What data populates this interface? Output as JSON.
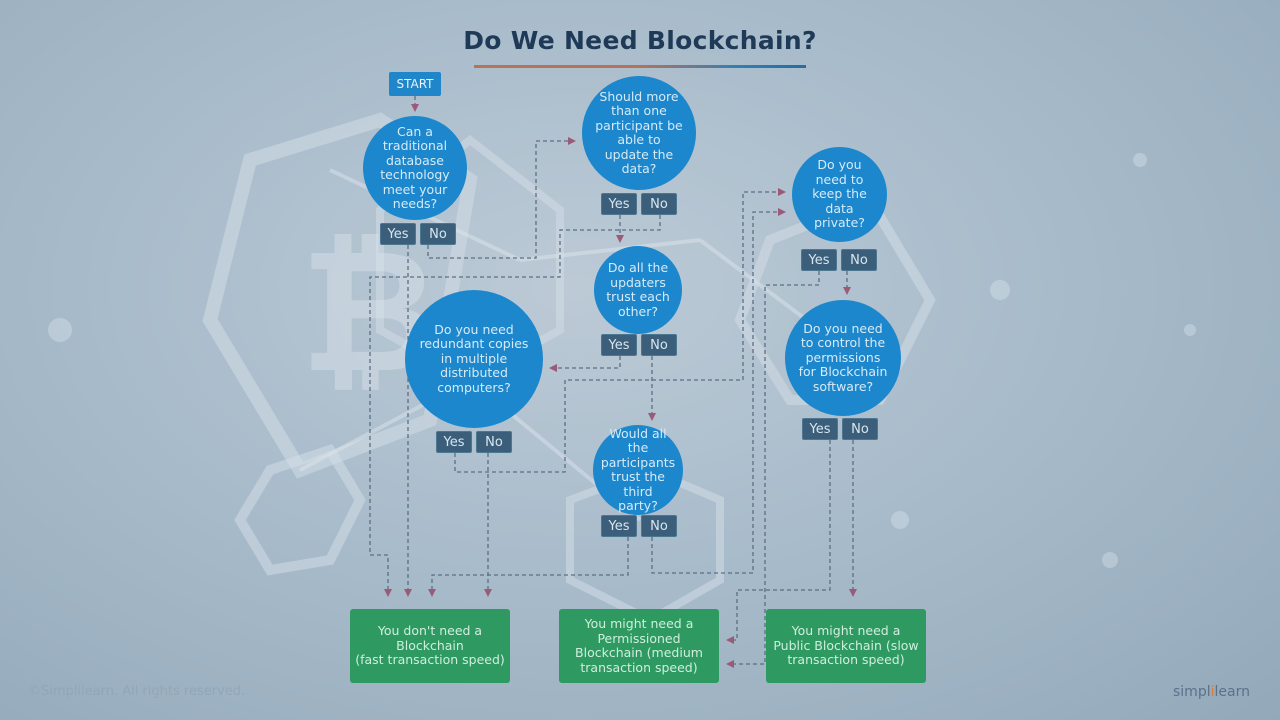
{
  "title": "Do We Need Blockchain?",
  "start": "START",
  "questions": {
    "q1": "Can a\ntraditional\ndatabase\ntechnology\nmeet your\nneeds?",
    "q2": "Should more\nthan one\nparticipant be\nable to\nupdate the\ndata?",
    "q3": "Do all the\nupdaters\ntrust each\nother?",
    "q4": "Do you need\nredundant copies\nin multiple\ndistributed\ncomputers?",
    "q5": "Would all\nthe\nparticipants\ntrust the third\nparty?",
    "q6": "Do you\nneed to\nkeep the\ndata\nprivate?",
    "q7": "Do you need\nto control the\npermissions\nfor Blockchain\nsoftware?"
  },
  "yes": "Yes",
  "no": "No",
  "outcomes": {
    "none": "You don't need a\nBlockchain\n(fast transaction speed)",
    "permissioned": "You might need a\nPermissioned\nBlockchain (medium\ntransaction speed)",
    "public": "You might need a\nPublic Blockchain (slow\ntransaction speed)"
  },
  "footer": "©Simplilearn. All rights reserved.",
  "logo": {
    "part1": "simpl",
    "part2": "i",
    "part3": "learn"
  },
  "colors": {
    "question": "#1c87cc",
    "button": "#3b5f7a",
    "outcome": "#2e9a62",
    "arrow": "#9a5a78",
    "title": "#1f3a57"
  }
}
